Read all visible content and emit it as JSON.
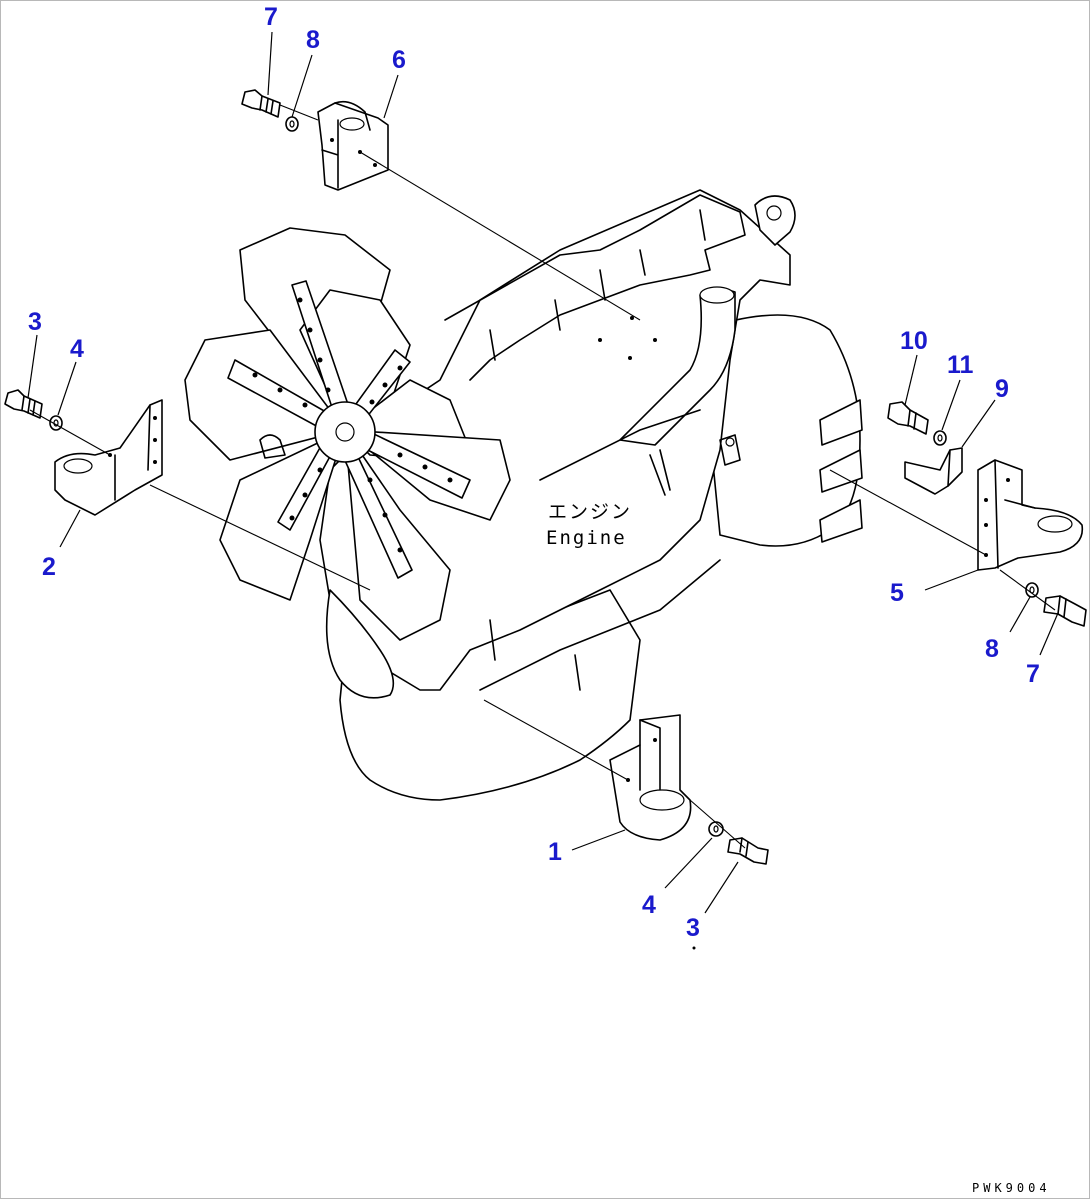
{
  "engine_label_jp": "エンジン",
  "engine_label_en": "Engine",
  "drawing_code": "PWK9004",
  "callouts": {
    "c1": "1",
    "c2": "2",
    "c3_left": "3",
    "c3_bottom": "3",
    "c4_left": "4",
    "c4_bottom": "4",
    "c5": "5",
    "c6": "6",
    "c7_top": "7",
    "c7_right": "7",
    "c8_top": "8",
    "c8_right": "8",
    "c9": "9",
    "c10": "10",
    "c11": "11"
  },
  "colors": {
    "callout": "#1a1acc",
    "line": "#000000",
    "background": "#ffffff"
  }
}
